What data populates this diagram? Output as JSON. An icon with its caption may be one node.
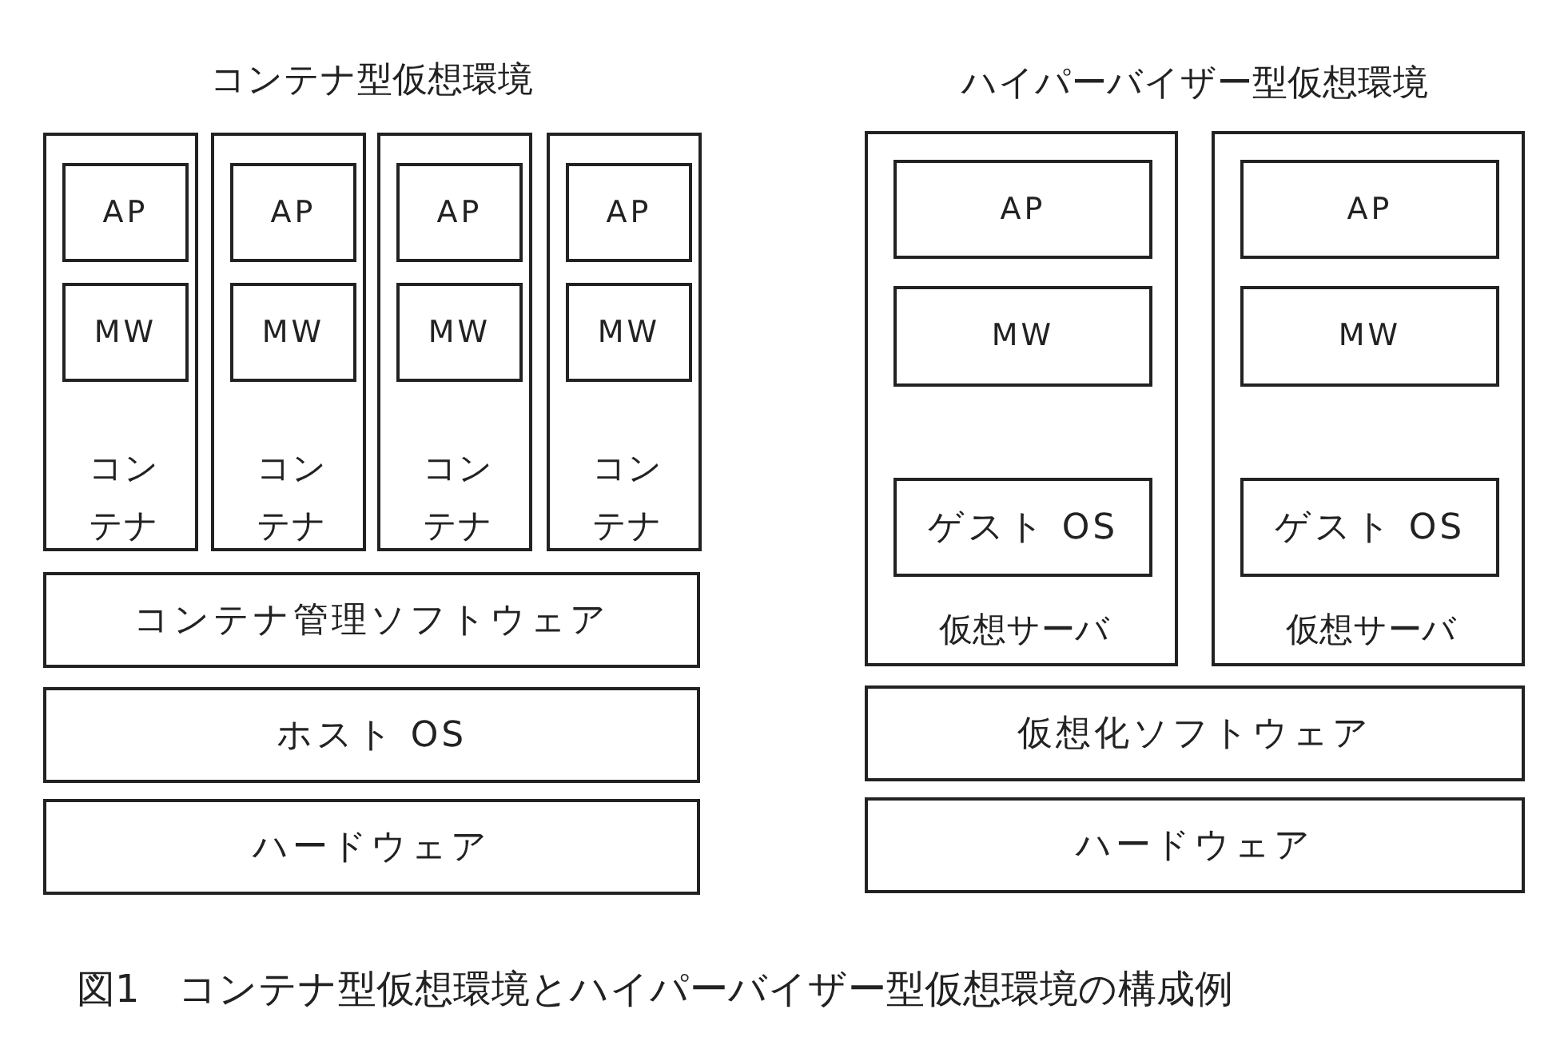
{
  "diagram": {
    "caption": "図1　コンテナ型仮想環境とハイパーバイザー型仮想環境の構成例",
    "nodes": [
      {
        "text": [
          "コンテナ"
        ]
      },
      {
        "text": [
          "AP"
        ],
        "in": 0
      },
      {
        "text": [
          "MW"
        ],
        "in": 0
      },
      {
        "text": [
          "コンテナ"
        ]
      },
      {
        "text": [
          "AP"
        ],
        "in": 3
      },
      {
        "text": [
          "MW"
        ],
        "in": 3
      },
      {
        "text": [
          "コンテナ"
        ]
      },
      {
        "text": [
          "AP"
        ],
        "in": 6
      },
      {
        "text": [
          "MW"
        ],
        "in": 6
      },
      {
        "text": [
          "コンテナ"
        ]
      },
      {
        "text": [
          "AP"
        ],
        "in": 9
      },
      {
        "text": [
          "MW"
        ],
        "in": 9
      },
      {
        "text": [
          "コンテナ管理ソフトウェア"
        ]
      },
      {
        "text": [
          "ホスト OS"
        ]
      },
      {
        "text": [
          "ハードウェア"
        ]
      },
      {
        "text": [
          "仮想サーバ"
        ]
      },
      {
        "text": [
          "AP"
        ],
        "in": 15
      },
      {
        "text": [
          "MW"
        ],
        "in": 15
      },
      {
        "text": [
          "ゲスト OS"
        ],
        "in": 15
      },
      {
        "text": [
          "仮想サーバ"
        ]
      },
      {
        "text": [
          "AP"
        ],
        "in": 19
      },
      {
        "text": [
          "MW"
        ],
        "in": 19
      },
      {
        "text": [
          "ゲスト OS"
        ],
        "in": 19
      },
      {
        "text": [
          "仮想化ソフトウェア"
        ]
      },
      {
        "text": [
          "ハードウェア"
        ]
      }
    ],
    "labels": [
      "コンテナ型仮想環境",
      "ハイパーバイザー型仮想環境"
    ]
  }
}
